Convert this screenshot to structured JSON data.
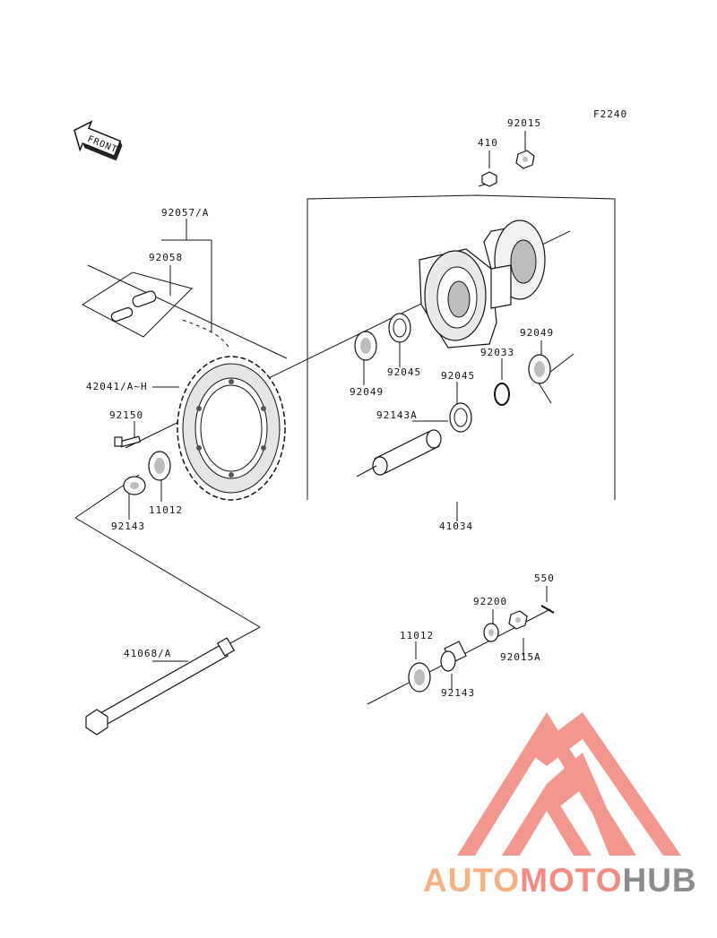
{
  "figure_code": "F2240",
  "front_label": "FRONT",
  "labels": {
    "p92015": "92015",
    "p410": "410",
    "p92057": "92057/A",
    "p92058": "92058",
    "p42041": "42041/A~H",
    "p92150": "92150",
    "p11012_left": "11012",
    "p92143_left": "92143",
    "p92049_left": "92049",
    "p92045_top": "92045",
    "p92045_mid": "92045",
    "p92143A": "92143A",
    "p92033": "92033",
    "p92049_right": "92049",
    "p41034": "41034",
    "p550": "550",
    "p92200": "92200",
    "p92015A": "92015A",
    "p11012_right": "11012",
    "p92143_right": "92143",
    "p41068": "41068/A"
  },
  "watermark": {
    "part1": "AUTO",
    "part2": "MOTO",
    "part3": "HUB",
    "color1": "#f4b183",
    "color2": "#f28b82",
    "color3": "#8c8c8c",
    "logo_color": "#f28b82"
  }
}
